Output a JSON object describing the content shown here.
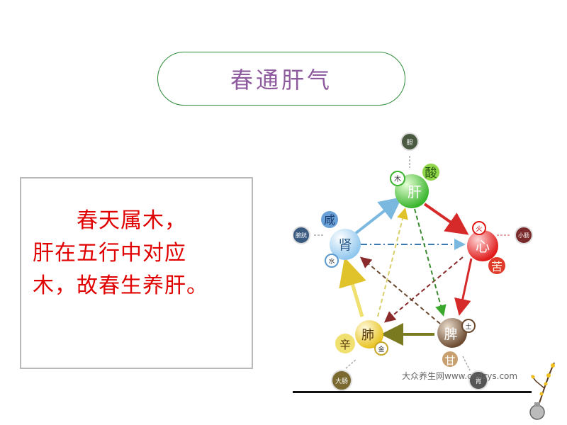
{
  "title": "春通肝气",
  "text_box": {
    "line1": "春天属木，",
    "line2": "肝在五行中对应",
    "line3": "木，故春生养肝。"
  },
  "diagram": {
    "organs": {
      "liver": {
        "label": "肝",
        "element": "木",
        "taste": "酸",
        "fu": "胆"
      },
      "heart": {
        "label": "心",
        "element": "火",
        "taste": "苦",
        "fu": "小肠"
      },
      "spleen": {
        "label": "脾",
        "element": "土",
        "taste": "甘",
        "fu": "胃"
      },
      "lung": {
        "label": "肺",
        "element": "金",
        "taste": "辛",
        "fu": "大肠"
      },
      "kidney": {
        "label": "肾",
        "element": "水",
        "taste": "咸",
        "fu": "膀胱"
      }
    },
    "watermark": "大众养生网www.cndzys.com"
  }
}
